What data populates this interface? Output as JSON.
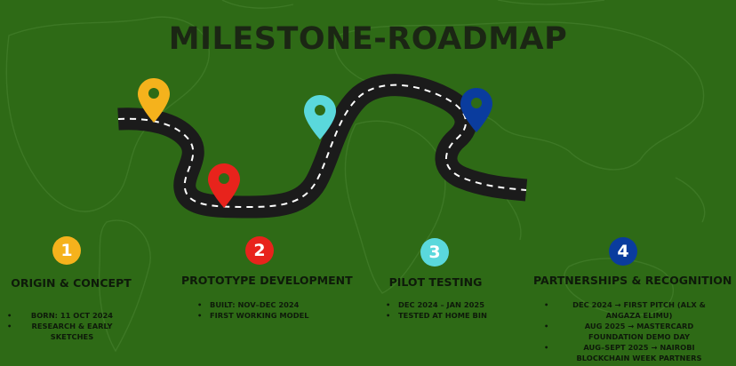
{
  "title": "MILESTONE-ROADMAP",
  "colors": {
    "background": "#2e6a16",
    "road": "#1b1b1b",
    "title": "#1b2614",
    "text": "#0e1a0a"
  },
  "pin_icons": [
    "yellow-map-pin-icon",
    "red-map-pin-icon",
    "teal-map-pin-icon",
    "blue-map-pin-icon"
  ],
  "milestones": [
    {
      "number": "1",
      "color": "#f5b21c",
      "title": "ORIGIN & CONCEPT",
      "details": [
        "BORN: 11 OCT 2024",
        "RESEARCH & EARLY SKETCHES"
      ]
    },
    {
      "number": "2",
      "color": "#e8231c",
      "title": "PROTOTYPE DEVELOPMENT",
      "details": [
        "BUILT: NOV–DEC 2024",
        "FIRST WORKING MODEL"
      ]
    },
    {
      "number": "3",
      "color": "#5ad8dc",
      "title": "PILOT TESTING",
      "details": [
        "DEC 2024 – JAN 2025",
        "TESTED AT HOME BIN"
      ]
    },
    {
      "number": "4",
      "color": "#0a3c9e",
      "title": "PARTNERSHIPS & RECOGNITION",
      "details": [
        "DEC 2024 → FIRST PITCH (ALX & ANGAZA ELIMU)",
        "AUG 2025 → MASTERCARD FOUNDATION DEMO DAY",
        "AUG–SEPT 2025 → NAIROBI BLOCKCHAIN WEEK PARTNERS"
      ]
    }
  ]
}
